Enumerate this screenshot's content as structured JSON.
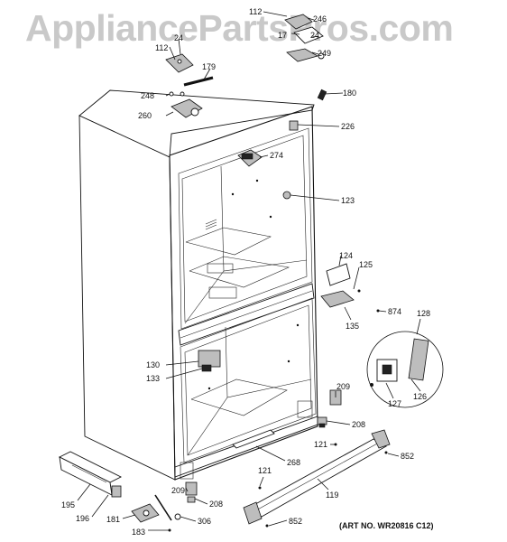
{
  "watermark": "AppliancePartsPros.com",
  "art_note": "(ART NO. WR20816 C12)",
  "callouts": [
    {
      "id": "112-top",
      "text": "112"
    },
    {
      "id": "246",
      "text": "246"
    },
    {
      "id": "24-right",
      "text": "24"
    },
    {
      "id": "17",
      "text": "17"
    },
    {
      "id": "249",
      "text": "249"
    },
    {
      "id": "112-left",
      "text": "112"
    },
    {
      "id": "24-left",
      "text": "24"
    },
    {
      "id": "179",
      "text": "179"
    },
    {
      "id": "180",
      "text": "180"
    },
    {
      "id": "248",
      "text": "248"
    },
    {
      "id": "260",
      "text": "260"
    },
    {
      "id": "226",
      "text": "226"
    },
    {
      "id": "274",
      "text": "274"
    },
    {
      "id": "123",
      "text": "123"
    },
    {
      "id": "124",
      "text": "124"
    },
    {
      "id": "125",
      "text": "125"
    },
    {
      "id": "874",
      "text": "874"
    },
    {
      "id": "135",
      "text": "135"
    },
    {
      "id": "128",
      "text": "128"
    },
    {
      "id": "130",
      "text": "130"
    },
    {
      "id": "133",
      "text": "133"
    },
    {
      "id": "126",
      "text": "126"
    },
    {
      "id": "127",
      "text": "127"
    },
    {
      "id": "209-right",
      "text": "209"
    },
    {
      "id": "208-right",
      "text": "208"
    },
    {
      "id": "121-right",
      "text": "121"
    },
    {
      "id": "852-right",
      "text": "852"
    },
    {
      "id": "268",
      "text": "268"
    },
    {
      "id": "121-left",
      "text": "121"
    },
    {
      "id": "119",
      "text": "119"
    },
    {
      "id": "209-left",
      "text": "209"
    },
    {
      "id": "208-left",
      "text": "208"
    },
    {
      "id": "195",
      "text": "195"
    },
    {
      "id": "196",
      "text": "196"
    },
    {
      "id": "181",
      "text": "181"
    },
    {
      "id": "306",
      "text": "306"
    },
    {
      "id": "183",
      "text": "183"
    },
    {
      "id": "852-left",
      "text": "852"
    }
  ]
}
